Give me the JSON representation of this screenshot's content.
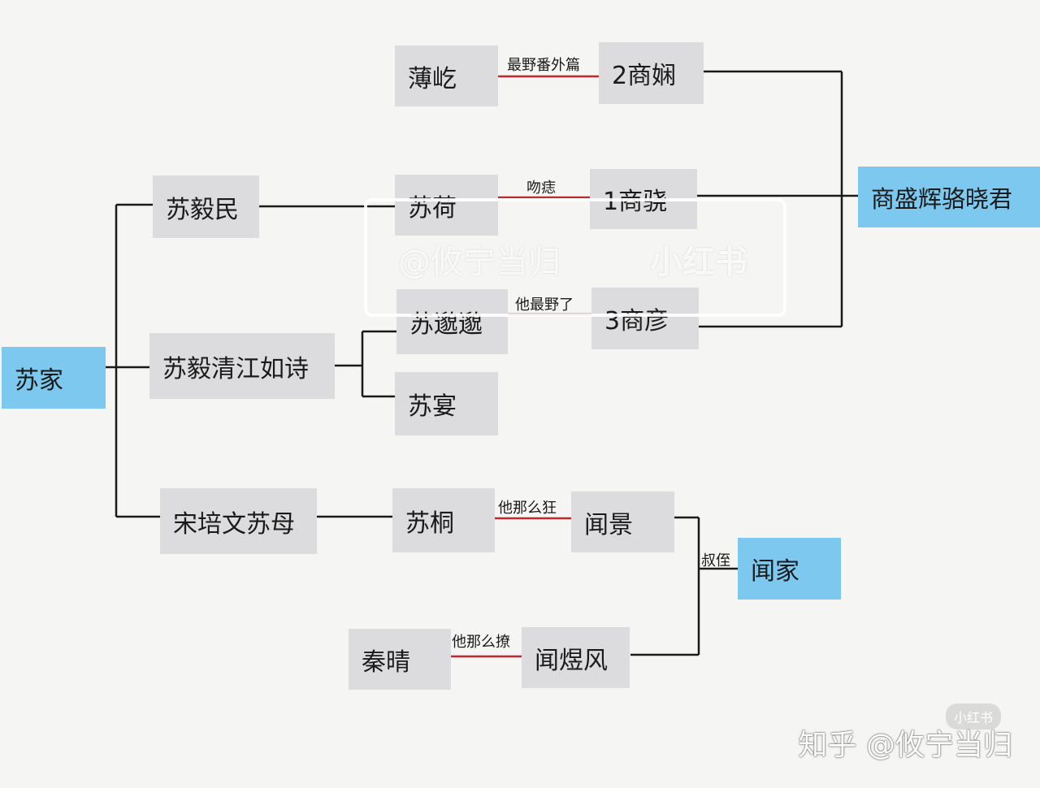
{
  "nodes": {
    "su_family": "苏家",
    "su_yimin": "苏毅民",
    "su_yiqing": "苏毅清江如诗",
    "song_peiwen": "宋培文苏母",
    "bo_yi": "薄屹",
    "shang_xian": "2商娴",
    "su_he": "苏荷",
    "shang_xiao": "1商骁",
    "su_miaomiao": "苏邈邈",
    "shang_yan": "3商彦",
    "su_yan": "苏宴",
    "su_tong": "苏桐",
    "wen_jing": "闻景",
    "qin_qing": "秦晴",
    "wen_yufeng": "闻煜风",
    "wen_family": "闻家",
    "shang_parents": "商盛辉骆晓君"
  },
  "relations": {
    "boyi_shangxian": "最野番外篇",
    "suhe_shangxiao": "吻痣",
    "sumiao_shangyan": "他最野了",
    "sutong_wenjing": "他那么狂",
    "qinqing_wenyufeng": "他那么撩",
    "wen_relation": "叔侄"
  },
  "watermark": {
    "text": "@攸宁当归",
    "brand": "小红书"
  },
  "footer": {
    "text": "知乎 @攸宁当归",
    "badge": "小红书"
  },
  "colors": {
    "node": "#dcdcde",
    "family_node": "#7cc8ee",
    "connector": "#1a1a1a",
    "relation_line": "#c0282d"
  }
}
